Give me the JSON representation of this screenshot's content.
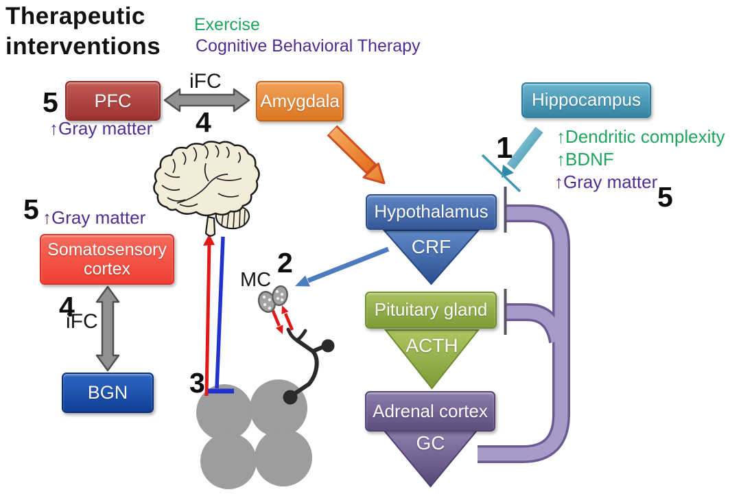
{
  "header": {
    "title_line1": "Therapeutic",
    "title_line2": "interventions",
    "interventions": {
      "exercise": "Exercise",
      "cbt": "Cognitive Behavioral Therapy"
    }
  },
  "boxes": {
    "pfc": "PFC",
    "amygdala": "Amygdala",
    "hippocampus": "Hippocampus",
    "hypothalamus": "Hypothalamus",
    "pituitary": "Pituitary gland",
    "adrenal": "Adrenal cortex",
    "somatosensory": "Somatosensory cortex",
    "bgn": "BGN"
  },
  "hormones": {
    "crf": "CRF",
    "acth": "ACTH",
    "gc": "GC"
  },
  "annotations": {
    "ifc_top": "iFC",
    "ifc_left": "iFC",
    "mc": "MC",
    "pfc_gray_matter": "↑Gray matter",
    "hippo_dendritic": "↑Dendritic complexity",
    "hippo_bdnf": "↑BDNF",
    "hippo_gray_matter": "↑Gray matter",
    "somato_gray_matter": "↑Gray matter"
  },
  "numbers": {
    "one": "1",
    "two": "2",
    "three": "3",
    "four_top": "4",
    "four_left": "4",
    "five_pfc": "5",
    "five_hippo": "5",
    "five_somato": "5"
  },
  "colors": {
    "green_text": "#1EA45C",
    "purple_text": "#4F2D8F",
    "box_pfc": "#A83833",
    "box_amygdala": "#E4831F",
    "box_hippocampus": "#3E9ABB",
    "box_hypothalamus": "#3E62A8",
    "box_pituitary": "#8CA844",
    "box_adrenal": "#6B5990",
    "box_somatosensory": "#F15547",
    "box_bgn": "#1C4DA8",
    "feedback_loop_purple": "#A89BC9",
    "connector_gray": "#919191",
    "excitatory_red": "#E01818",
    "inhibitory_blue": "#2233CC",
    "crf_arrow_blue": "#4C7CBE",
    "amygdala_arrow_orange": "#E8873B",
    "hippocampus_arrow_teal": "#4FA6BF"
  }
}
